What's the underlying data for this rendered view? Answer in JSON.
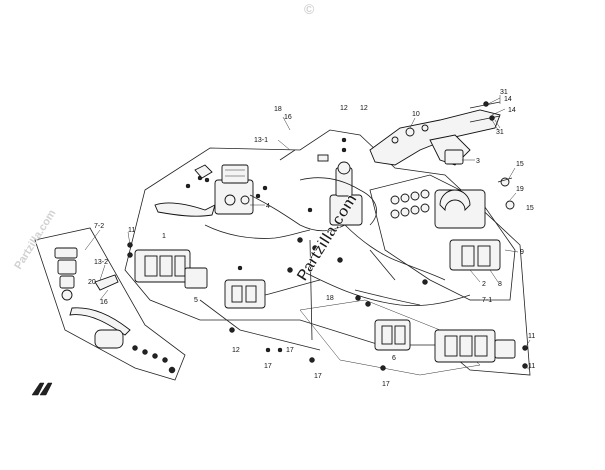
{
  "watermark": {
    "main": "Partzilla.com",
    "corner_left": "Partzilla.com",
    "corner_mark": "©"
  },
  "callouts": [
    {
      "id": "c31a",
      "text": "31"
    },
    {
      "id": "c14a",
      "text": "14"
    },
    {
      "id": "c14b",
      "text": "14"
    },
    {
      "id": "c10",
      "text": "10"
    },
    {
      "id": "c31b",
      "text": "31"
    },
    {
      "id": "c12a",
      "text": "12"
    },
    {
      "id": "c12b",
      "text": "12"
    },
    {
      "id": "c16a",
      "text": "16"
    },
    {
      "id": "c18a",
      "text": "18"
    },
    {
      "id": "c13_1",
      "text": "13-1"
    },
    {
      "id": "c3",
      "text": "3"
    },
    {
      "id": "c15a",
      "text": "15"
    },
    {
      "id": "c19",
      "text": "19"
    },
    {
      "id": "c15b",
      "text": "15"
    },
    {
      "id": "c4",
      "text": "4"
    },
    {
      "id": "c7_2",
      "text": "7-2"
    },
    {
      "id": "c11a",
      "text": "11"
    },
    {
      "id": "c1",
      "text": "1"
    },
    {
      "id": "c13_2",
      "text": "13-2"
    },
    {
      "id": "c20",
      "text": "20"
    },
    {
      "id": "c16b",
      "text": "16"
    },
    {
      "id": "c5",
      "text": "5"
    },
    {
      "id": "c9",
      "text": "9"
    },
    {
      "id": "c2",
      "text": "2"
    },
    {
      "id": "c8",
      "text": "8"
    },
    {
      "id": "c7_1",
      "text": "7-1"
    },
    {
      "id": "c18b",
      "text": "18"
    },
    {
      "id": "c12c",
      "text": "12"
    },
    {
      "id": "c6",
      "text": "6"
    },
    {
      "id": "c11b",
      "text": "11"
    },
    {
      "id": "c11c",
      "text": "11"
    },
    {
      "id": "c17a",
      "text": "17"
    },
    {
      "id": "c17b",
      "text": "17"
    },
    {
      "id": "c17c",
      "text": "17"
    },
    {
      "id": "c17d",
      "text": "17"
    }
  ],
  "colors": {
    "ink": "#111111",
    "watermark": "#c9c9c9",
    "background": "#ffffff"
  },
  "icons": {
    "direction_arrow": "front-direction-arrow-icon"
  }
}
